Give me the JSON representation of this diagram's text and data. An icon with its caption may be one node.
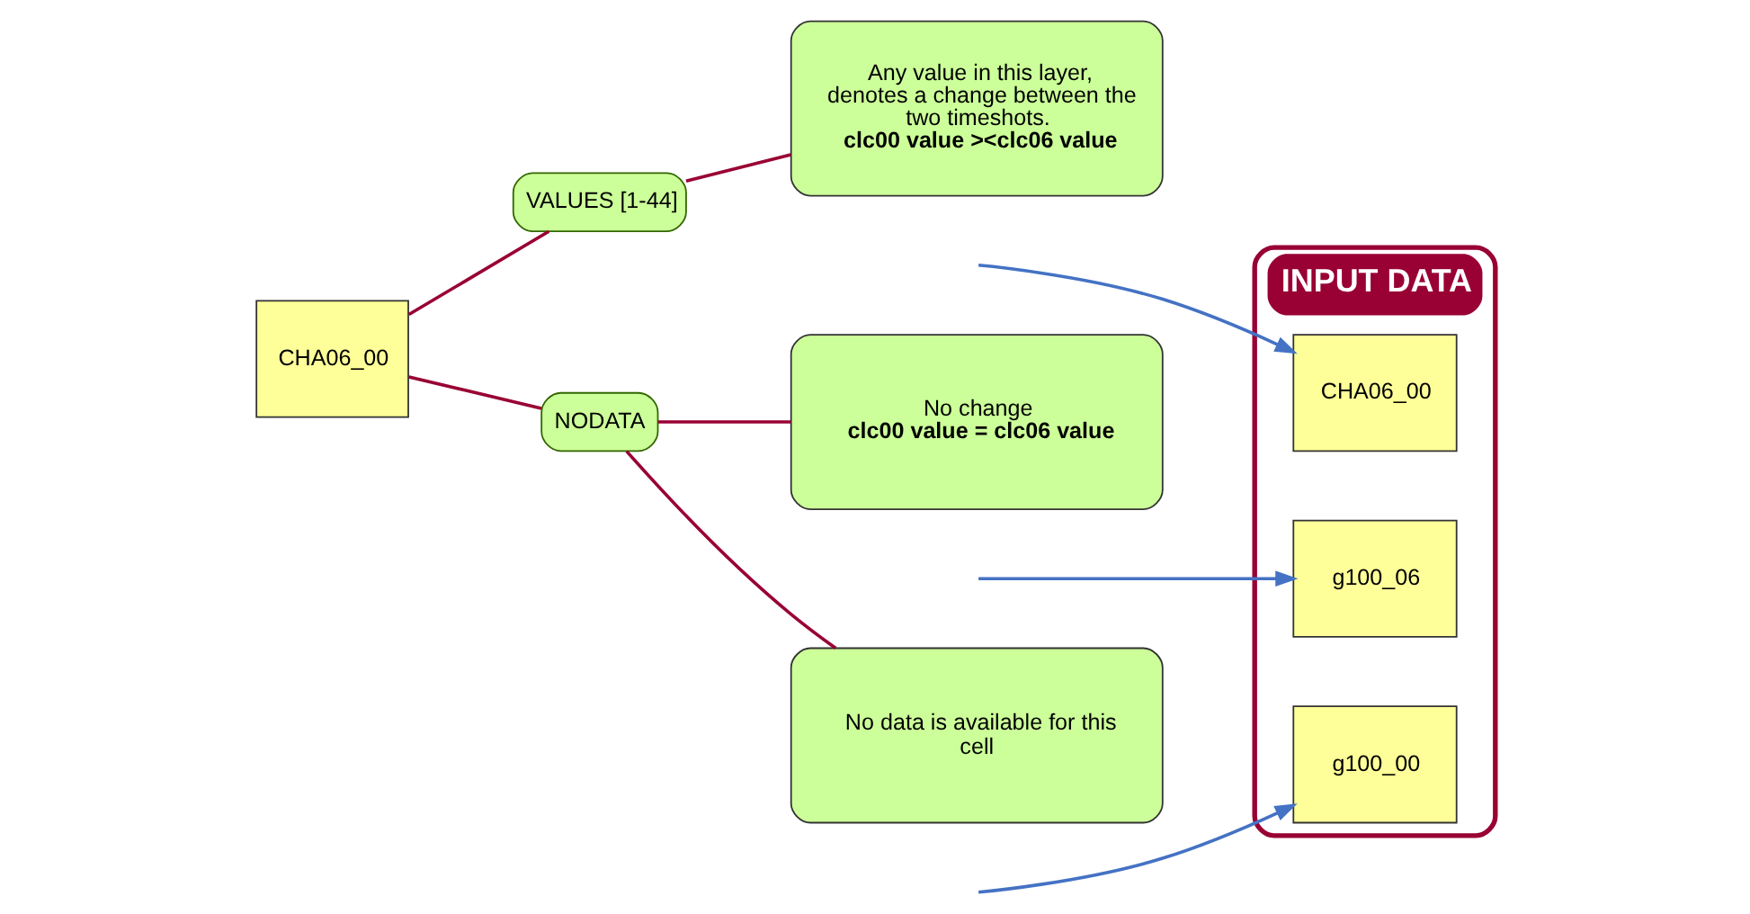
{
  "diagram": {
    "nodes": [
      {
        "text": [
          "CHA06_00"
        ]
      },
      {
        "text": [
          "VALUES [1-44]"
        ]
      },
      {
        "text": [
          "NODATA"
        ]
      },
      {
        "text": [
          "Any value in this layer, denotes a change between the two timeshots.",
          "**clc00 value ><clc06 value**"
        ]
      },
      {
        "text": [
          "No change",
          "**clc00 value = clc06 value**"
        ]
      },
      {
        "text": [
          "No data is available for this cell"
        ]
      },
      {
        "text": [
          "INPUT DATA"
        ]
      },
      {
        "text": [
          "CHA06_00"
        ],
        "in": 6
      },
      {
        "text": [
          "g100_06"
        ],
        "in": 6
      },
      {
        "text": [
          "g100_00"
        ],
        "in": 6
      }
    ],
    "edges": [
      {
        "from": 0,
        "to": 1,
        "arrow": "none"
      },
      {
        "from": 0,
        "to": 2,
        "arrow": "none"
      },
      {
        "from": 1,
        "to": 3,
        "arrow": "none"
      },
      {
        "from": 2,
        "to": 4,
        "arrow": "none"
      },
      {
        "from": 2,
        "to": 5,
        "arrow": "none"
      },
      {
        "from": null,
        "to": 7,
        "arrow": "to",
        "color": "#4472c4"
      },
      {
        "from": null,
        "to": 8,
        "arrow": "to",
        "color": "#4472c4"
      },
      {
        "from": null,
        "to": 9,
        "arrow": "to",
        "color": "#4472c4"
      }
    ]
  }
}
